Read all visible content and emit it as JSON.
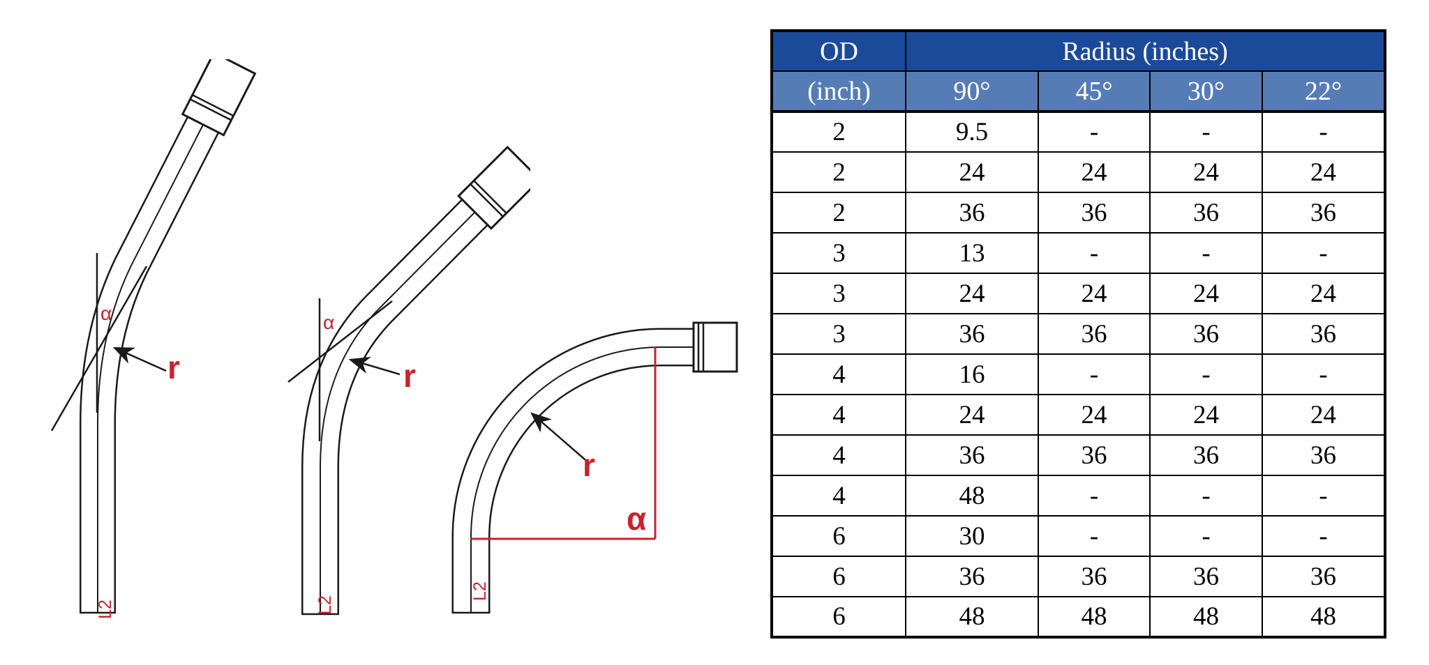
{
  "colors": {
    "header_dark": "#1c4a9a",
    "header_light": "#567cb6",
    "annotation_red": "#c8232c",
    "line": "#1a1a1a",
    "border": "#000000"
  },
  "diagram_labels": {
    "alpha": "α",
    "radius": "r",
    "tail": "L2"
  },
  "diagrams": [
    {
      "name": "conduit-partial-bend-small-angle"
    },
    {
      "name": "conduit-partial-bend-45deg"
    },
    {
      "name": "conduit-quarter-bend-90deg"
    }
  ],
  "table": {
    "od_header": "OD",
    "od_unit": "(inch)",
    "radius_header": "Radius (inches)",
    "angle_columns": [
      "90°",
      "45°",
      "30°",
      "22°"
    ],
    "rows": [
      {
        "od": "2",
        "radii": [
          "9.5",
          "-",
          "-",
          "-"
        ]
      },
      {
        "od": "2",
        "radii": [
          "24",
          "24",
          "24",
          "24"
        ]
      },
      {
        "od": "2",
        "radii": [
          "36",
          "36",
          "36",
          "36"
        ]
      },
      {
        "od": "3",
        "radii": [
          "13",
          "-",
          "-",
          "-"
        ]
      },
      {
        "od": "3",
        "radii": [
          "24",
          "24",
          "24",
          "24"
        ]
      },
      {
        "od": "3",
        "radii": [
          "36",
          "36",
          "36",
          "36"
        ]
      },
      {
        "od": "4",
        "radii": [
          "16",
          "-",
          "-",
          "-"
        ]
      },
      {
        "od": "4",
        "radii": [
          "24",
          "24",
          "24",
          "24"
        ]
      },
      {
        "od": "4",
        "radii": [
          "36",
          "36",
          "36",
          "36"
        ]
      },
      {
        "od": "4",
        "radii": [
          "48",
          "-",
          "-",
          "-"
        ]
      },
      {
        "od": "6",
        "radii": [
          "30",
          "-",
          "-",
          "-"
        ]
      },
      {
        "od": "6",
        "radii": [
          "36",
          "36",
          "36",
          "36"
        ]
      },
      {
        "od": "6",
        "radii": [
          "48",
          "48",
          "48",
          "48"
        ]
      }
    ]
  },
  "chart_data": {
    "type": "table",
    "title": "Conduit bend radius (inches) by OD and bend angle",
    "columns": [
      "OD (inch)",
      "90°",
      "45°",
      "30°",
      "22°"
    ],
    "rows": [
      [
        "2",
        "9.5",
        "-",
        "-",
        "-"
      ],
      [
        "2",
        "24",
        "24",
        "24",
        "24"
      ],
      [
        "2",
        "36",
        "36",
        "36",
        "36"
      ],
      [
        "3",
        "13",
        "-",
        "-",
        "-"
      ],
      [
        "3",
        "24",
        "24",
        "24",
        "24"
      ],
      [
        "3",
        "36",
        "36",
        "36",
        "36"
      ],
      [
        "4",
        "16",
        "-",
        "-",
        "-"
      ],
      [
        "4",
        "24",
        "24",
        "24",
        "24"
      ],
      [
        "4",
        "36",
        "36",
        "36",
        "36"
      ],
      [
        "4",
        "48",
        "-",
        "-",
        "-"
      ],
      [
        "6",
        "30",
        "-",
        "-",
        "-"
      ],
      [
        "6",
        "36",
        "36",
        "36",
        "36"
      ],
      [
        "6",
        "48",
        "48",
        "48",
        "48"
      ]
    ]
  }
}
